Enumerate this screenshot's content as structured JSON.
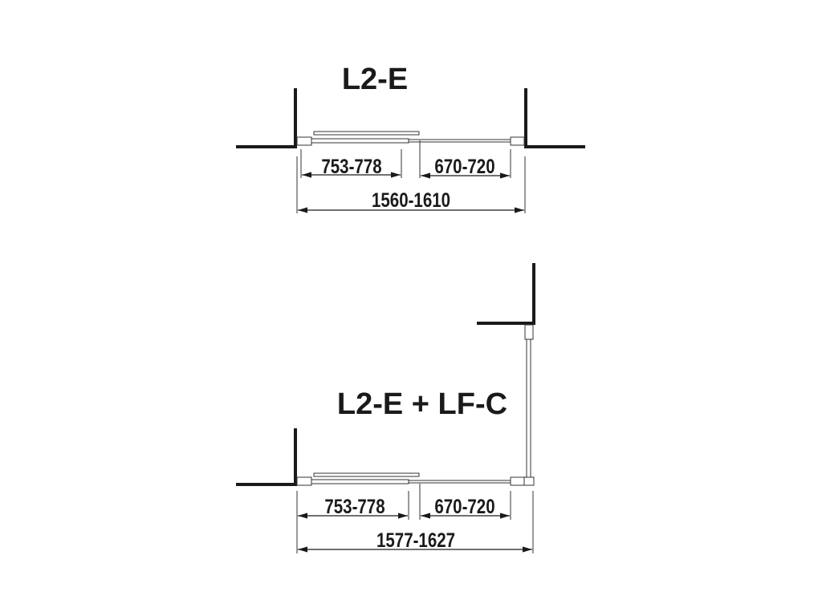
{
  "colors": {
    "ink": "#1a1a1a",
    "background": "#ffffff"
  },
  "diagrams": [
    {
      "title": "L2-E",
      "dimensions": {
        "fixed_panel": "753-778",
        "door_opening": "670-720",
        "total_width": "1560-1610"
      }
    },
    {
      "title": "L2-E + LF-C",
      "dimensions": {
        "fixed_panel": "753-778",
        "door_opening": "670-720",
        "total_width": "1577-1627"
      }
    }
  ]
}
